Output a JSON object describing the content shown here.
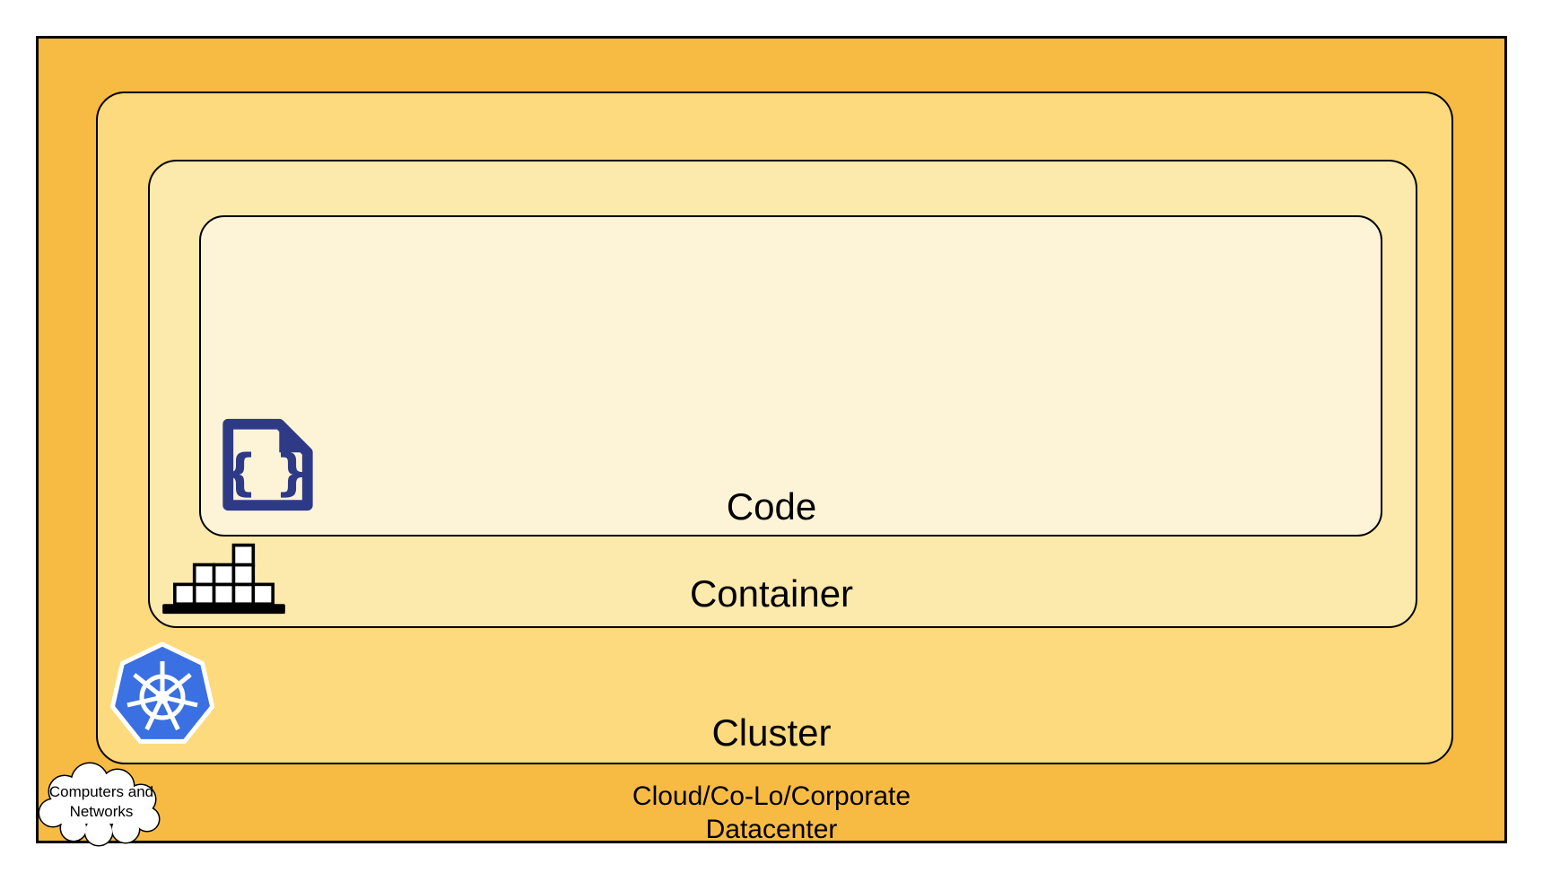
{
  "diagram": {
    "layers": [
      {
        "name": "code",
        "label": "Code",
        "fill": "#FDF4D8",
        "icon": "code-file-icon"
      },
      {
        "name": "container",
        "label": "Container",
        "fill": "#FCE9AC",
        "icon": "container-boxes-icon"
      },
      {
        "name": "cluster",
        "label": "Cluster",
        "fill": "#FDDA7D",
        "icon": "kubernetes-icon"
      },
      {
        "name": "datacenter",
        "label_line1": "Cloud/Co-Lo/Corporate",
        "label_line2": "Datacenter",
        "fill": "#F7BB43",
        "icon": "cloud-icon"
      }
    ],
    "cloud_callout": {
      "line1": "Computers and",
      "line2": "Networks"
    },
    "code_icon_glyph": "{ }",
    "colors": {
      "datacenter_fill": "#F7BB43",
      "cluster_fill": "#FDDA7D",
      "container_fill": "#FCE9AC",
      "code_fill": "#FDF4D8",
      "kubernetes_blue": "#3A70E2",
      "code_icon_navy": "#2F3A87",
      "outline": "#000000",
      "page_background": "#FFFFFF"
    }
  }
}
